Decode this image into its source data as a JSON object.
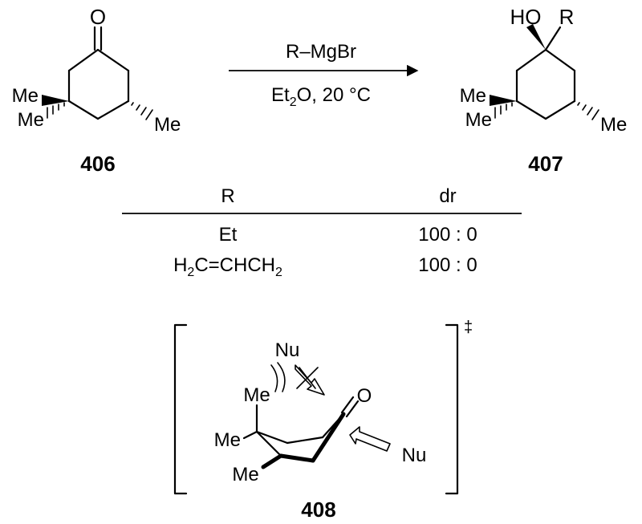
{
  "reaction": {
    "reagent": "R–MgBr",
    "conditions": {
      "prefix": "Et",
      "sub": "2",
      "suffix": "O, 20 °C"
    }
  },
  "compounds": {
    "start": {
      "number": "406",
      "carbonyl": "O",
      "me": "Me"
    },
    "product": {
      "number": "407",
      "hydroxyl": "HO",
      "r": "R",
      "me": "Me"
    },
    "ts": {
      "number": "408",
      "dagger": "‡",
      "nu": "Nu",
      "me": "Me",
      "carbonyl": "O"
    }
  },
  "table": {
    "headers": [
      "R",
      "dr"
    ],
    "rows": [
      {
        "r": {
          "a": "Et"
        },
        "dr": "100 : 0"
      },
      {
        "r": {
          "a": "H",
          "sub1": "2",
          "b": "C=CHCH",
          "sub2": "2"
        },
        "dr": "100 : 0"
      }
    ]
  }
}
